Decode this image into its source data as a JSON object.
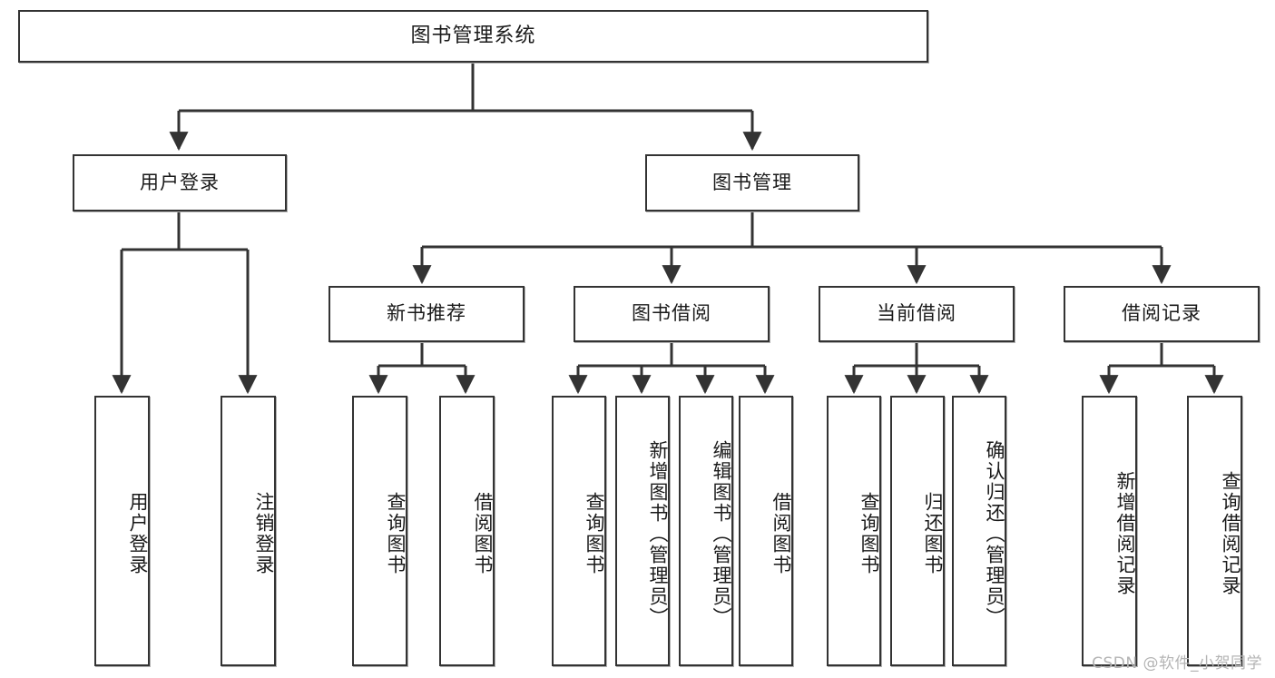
{
  "diagram": {
    "title": "图书管理系统",
    "type": "tree",
    "orientation": "top-down",
    "line_color": "#333333",
    "box_fill": "#ffffff",
    "text_color": "#1a1a1a",
    "root": {
      "id": "root",
      "label": "图书管理系统"
    },
    "level2": [
      {
        "id": "user-login",
        "label": "用户登录"
      },
      {
        "id": "book-manage",
        "label": "图书管理"
      }
    ],
    "level3": [
      {
        "id": "new-book-rec",
        "label": "新书推荐",
        "parent": "book-manage"
      },
      {
        "id": "book-borrow",
        "label": "图书借阅",
        "parent": "book-manage"
      },
      {
        "id": "current-borrow",
        "label": "当前借阅",
        "parent": "book-manage"
      },
      {
        "id": "borrow-record",
        "label": "借阅记录",
        "parent": "book-manage"
      }
    ],
    "leaves": [
      {
        "id": "leaf-user-login",
        "label": "用户登录",
        "parent": "user-login"
      },
      {
        "id": "leaf-logout",
        "label": "注销登录",
        "parent": "user-login"
      },
      {
        "id": "leaf-query-book-1",
        "label": "查询图书",
        "parent": "new-book-rec"
      },
      {
        "id": "leaf-borrow-book-1",
        "label": "借阅图书",
        "parent": "new-book-rec"
      },
      {
        "id": "leaf-query-book-2",
        "label": "查询图书",
        "parent": "book-borrow"
      },
      {
        "id": "leaf-add-book",
        "label": "新增图书（管理员）",
        "parent": "book-borrow"
      },
      {
        "id": "leaf-edit-book",
        "label": "编辑图书（管理员）",
        "parent": "book-borrow"
      },
      {
        "id": "leaf-borrow-book-2",
        "label": "借阅图书",
        "parent": "book-borrow"
      },
      {
        "id": "leaf-query-book-3",
        "label": "查询图书",
        "parent": "current-borrow"
      },
      {
        "id": "leaf-return-book",
        "label": "归还图书",
        "parent": "current-borrow"
      },
      {
        "id": "leaf-confirm-return",
        "label": "确认归还（管理员）",
        "parent": "current-borrow"
      },
      {
        "id": "leaf-add-record",
        "label": "新增借阅记录",
        "parent": "borrow-record"
      },
      {
        "id": "leaf-query-record",
        "label": "查询借阅记录",
        "parent": "borrow-record"
      }
    ]
  },
  "watermark": {
    "text": "CSDN @软件_小贺同学"
  }
}
